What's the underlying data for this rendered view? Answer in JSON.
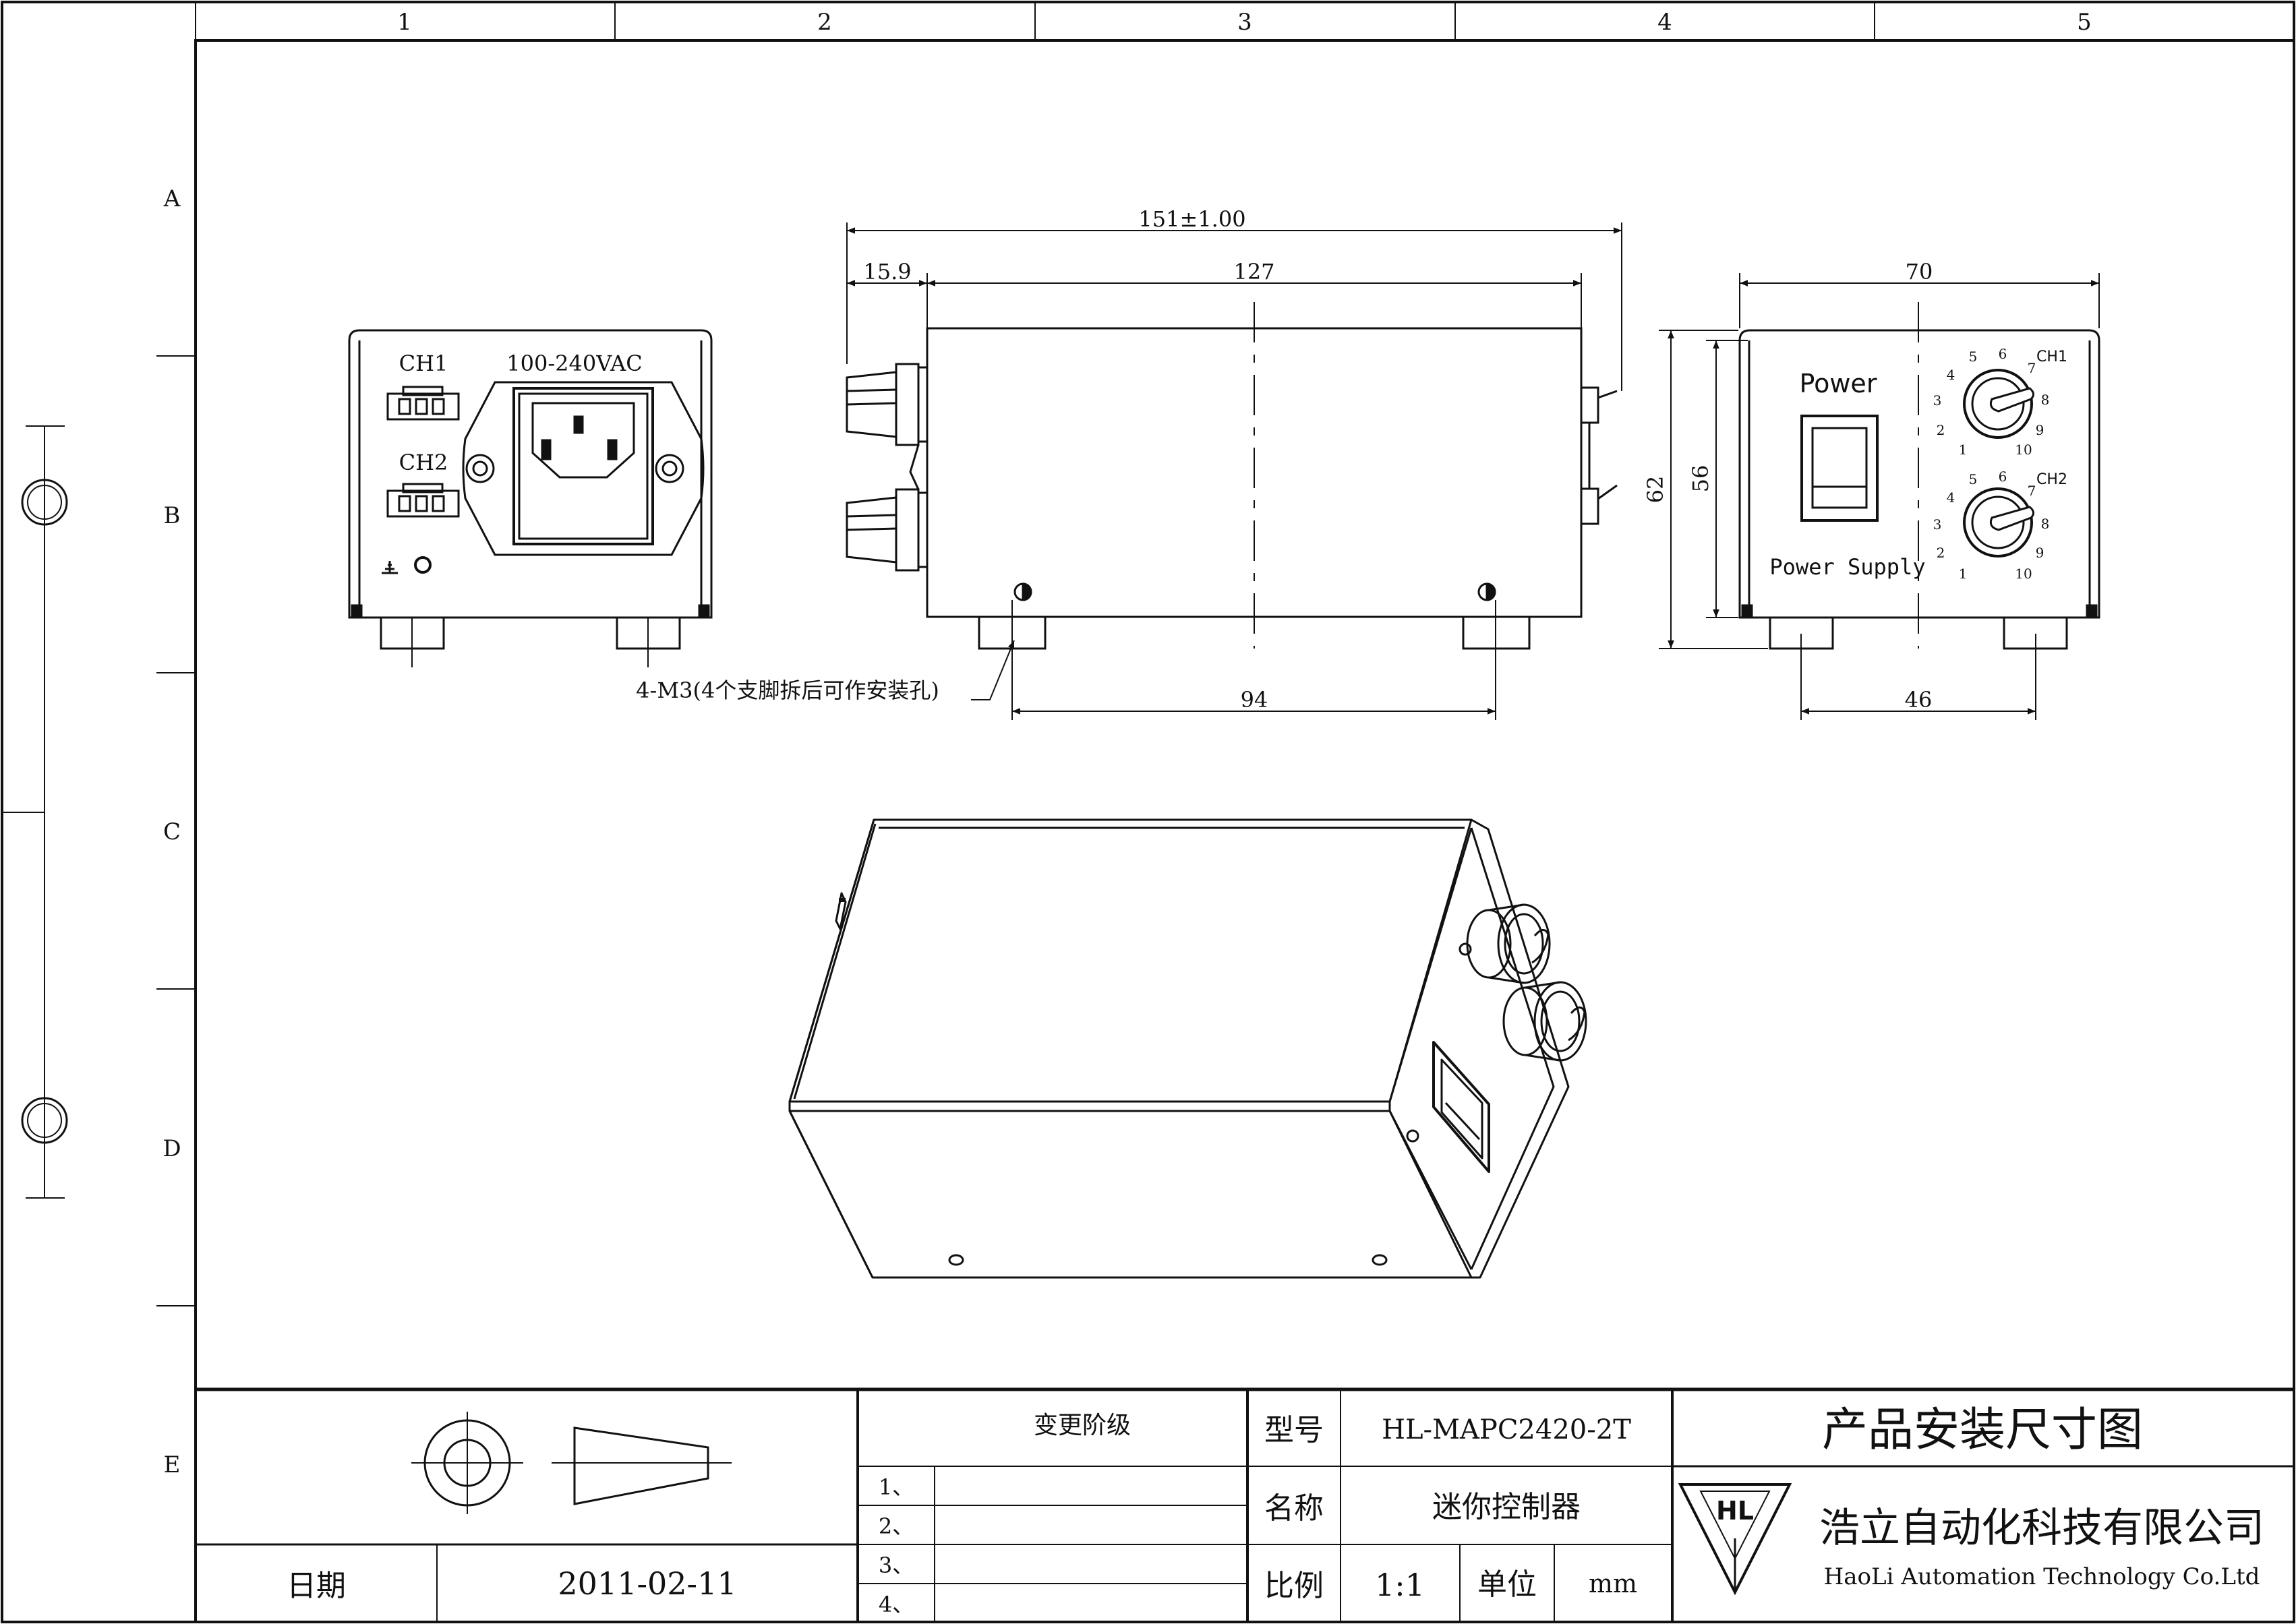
{
  "frame": {
    "columns": [
      "1",
      "2",
      "3",
      "4",
      "5"
    ],
    "rows": [
      "A",
      "B",
      "C",
      "D",
      "E"
    ]
  },
  "front_view": {
    "ch1_label": "CH1",
    "ch2_label": "CH2",
    "voltage_label": "100-240VAC"
  },
  "side_view": {
    "dim_overall": "151±1.00",
    "dim_left": "15.9",
    "dim_body": "127",
    "dim_holes": "94",
    "hole_note": "4-M3(4个支脚拆后可作安装孔)"
  },
  "rear_view": {
    "dim_width": "70",
    "dim_height_outer": "62",
    "dim_height_inner": "56",
    "dim_feet": "46",
    "power_label": "Power",
    "supply_label": "Power Supply",
    "ch1_label": "CH1",
    "ch2_label": "CH2",
    "dial_numbers": [
      "1",
      "2",
      "3",
      "4",
      "5",
      "6",
      "7",
      "8",
      "9",
      "10"
    ]
  },
  "title_block": {
    "change_stage": "变更阶级",
    "change_rows": [
      "1、",
      "2、",
      "3、",
      "4、"
    ],
    "model_label": "型号",
    "model_value": "HL-MAPC2420-2T",
    "name_label": "名称",
    "name_value": "迷你控制器",
    "scale_label": "比例",
    "scale_value": "1:1",
    "unit_label": "单位",
    "unit_value": "mm",
    "date_label": "日期",
    "date_value": "2011-02-11",
    "drawing_title": "产品安装尺寸图",
    "company_cn": "浩立自动化科技有限公司",
    "company_en": "HaoLi Automation Technology Co.Ltd",
    "logo_text": "HL"
  }
}
